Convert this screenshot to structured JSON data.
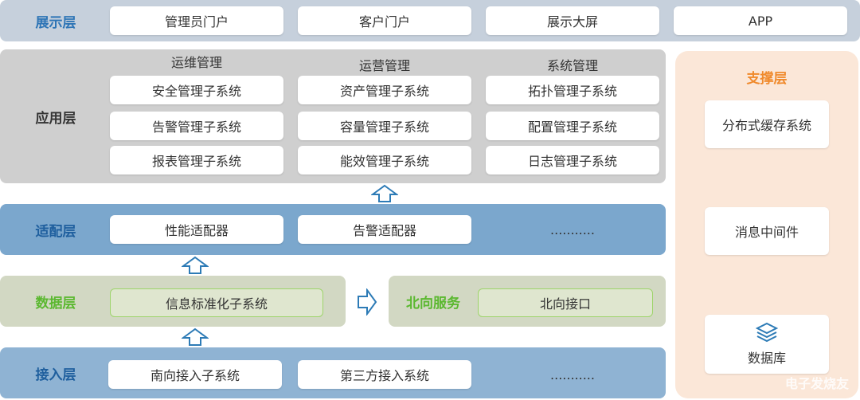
{
  "presentation": {
    "label": "展示层",
    "items": [
      "管理员门户",
      "客户门户",
      "展示大屏",
      "APP"
    ]
  },
  "application": {
    "label": "应用层",
    "groups": [
      {
        "title": "运维管理",
        "items": [
          "安全管理子系统",
          "告警管理子系统",
          "报表管理子系统"
        ]
      },
      {
        "title": "运营管理",
        "items": [
          "资产管理子系统",
          "容量管理子系统",
          "能效管理子系统"
        ]
      },
      {
        "title": "系统管理",
        "items": [
          "拓扑管理子系统",
          "配置管理子系统",
          "日志管理子系统"
        ]
      }
    ]
  },
  "adapter": {
    "label": "适配层",
    "items": [
      "性能适配器",
      "告警适配器",
      "..........."
    ]
  },
  "data_layer": {
    "label": "数据层",
    "item": "信息标准化子系统"
  },
  "north_service": {
    "label": "北向服务",
    "item": "北向接口"
  },
  "access": {
    "label": "接入层",
    "items": [
      "南向接入子系统",
      "第三方接入系统",
      "..........."
    ]
  },
  "support": {
    "label": "支撑层",
    "items": [
      "分布式缓存系统",
      "消息中间件",
      "数据库"
    ]
  },
  "watermark": "电子发烧友",
  "colors": {
    "presentation_band": "#c6d0dc",
    "presentation_label": "#2e75b6",
    "application_band": "#cfcfcf",
    "adapter_band": "#7ba7cd",
    "adapter_label": "#1f5f9e",
    "data_band": "#d2d8c3",
    "data_label": "#5bb830",
    "access_band": "#8fb3d3",
    "access_label": "#1f5f9e",
    "support_band": "#fbe7d8",
    "support_label": "#f08a2c",
    "arrow_stroke": "#2d7bb6"
  },
  "icons": [
    "arrow-up-icon",
    "arrow-right-icon",
    "database-layers-icon"
  ]
}
